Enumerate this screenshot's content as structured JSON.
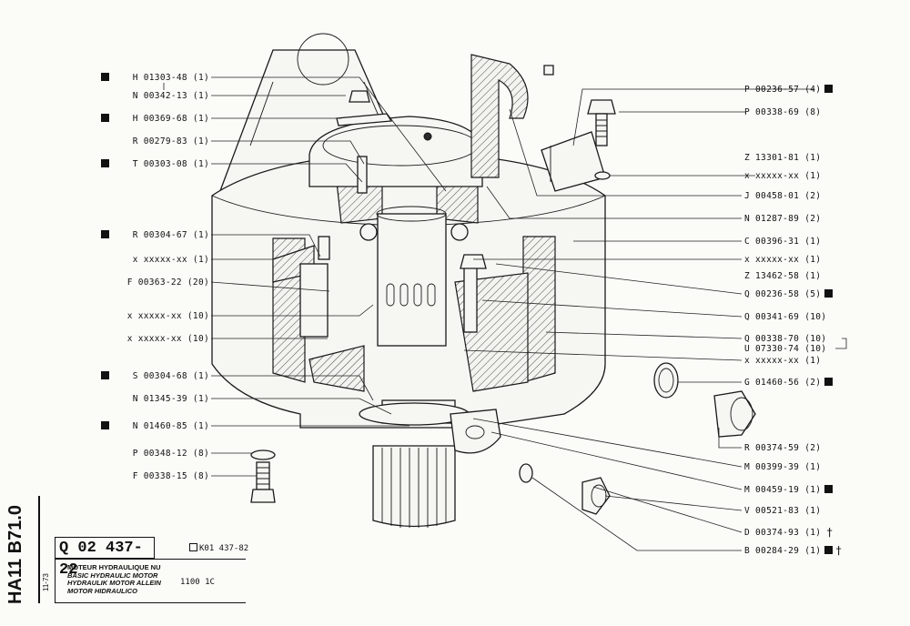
{
  "document": {
    "sheet_code": "HA11 B71.0",
    "date_code": "11-73",
    "part_number": "Q 02 437-22",
    "ref_number": "K01 437-82",
    "description": [
      "MOTEUR HYDRAULIQUE NU",
      "BASIC HYDRAULIC MOTOR",
      "HYDRAULIK MOTOR ALLEIN",
      "MOTOR HIDRAULICO"
    ],
    "model": "1100 1C"
  },
  "left_labels": [
    {
      "text": "H 01303-48 (1)",
      "mark": "square"
    },
    {
      "text": "N 00342-13 (1)",
      "mark": ""
    },
    {
      "text": "H 00369-68 (1)",
      "mark": "square"
    },
    {
      "text": "R 00279-83 (1)",
      "mark": ""
    },
    {
      "text": "T 00303-08 (1)",
      "mark": "square"
    },
    {
      "text": "R 00304-67 (1)",
      "mark": "square"
    },
    {
      "text": "x xxxxx-xx (1)",
      "mark": ""
    },
    {
      "text": "F 00363-22 (20)",
      "mark": ""
    },
    {
      "text": "x xxxxx-xx (10)",
      "mark": ""
    },
    {
      "text": "x xxxxx-xx (10)",
      "mark": ""
    },
    {
      "text": "S 00304-68 (1)",
      "mark": "square"
    },
    {
      "text": "N 01345-39 (1)",
      "mark": ""
    },
    {
      "text": "N 01460-85 (1)",
      "mark": "square"
    },
    {
      "text": "P 00348-12 (8)",
      "mark": ""
    },
    {
      "text": "F 00338-15 (8)",
      "mark": ""
    }
  ],
  "right_labels": [
    {
      "text": "P 00236-57 (4)",
      "mark": "square"
    },
    {
      "text": "P 00338-69 (8)",
      "mark": ""
    },
    {
      "text": "Z 13301-81 (1)",
      "mark": ""
    },
    {
      "text": "x xxxxx-xx (1)",
      "mark": ""
    },
    {
      "text": "J 00458-01 (2)",
      "mark": ""
    },
    {
      "text": "N 01287-89 (2)",
      "mark": ""
    },
    {
      "text": "C 00396-31 (1)",
      "mark": ""
    },
    {
      "text": "x xxxxx-xx (1)",
      "mark": ""
    },
    {
      "text": "Z 13462-58 (1)",
      "mark": ""
    },
    {
      "text": "Q 00236-58 (5)",
      "mark": "square"
    },
    {
      "text": "Q 00341-69 (10)",
      "mark": ""
    },
    {
      "text": "Q 00338-70 (10)",
      "mark": ""
    },
    {
      "text": "U 07330-74 (10)",
      "mark": ""
    },
    {
      "text": "x xxxxx-xx (1)",
      "mark": ""
    },
    {
      "text": "G 01460-56 (2)",
      "mark": "square"
    },
    {
      "text": "R 00374-59 (2)",
      "mark": ""
    },
    {
      "text": "M 00399-39 (1)",
      "mark": ""
    },
    {
      "text": "M 00459-19 (1)",
      "mark": "square"
    },
    {
      "text": "V 00521-83 (1)",
      "mark": ""
    },
    {
      "text": "D 00374-93 (1)",
      "mark": "dagger"
    },
    {
      "text": "B 00284-29 (1)",
      "mark": "square-dagger"
    }
  ]
}
